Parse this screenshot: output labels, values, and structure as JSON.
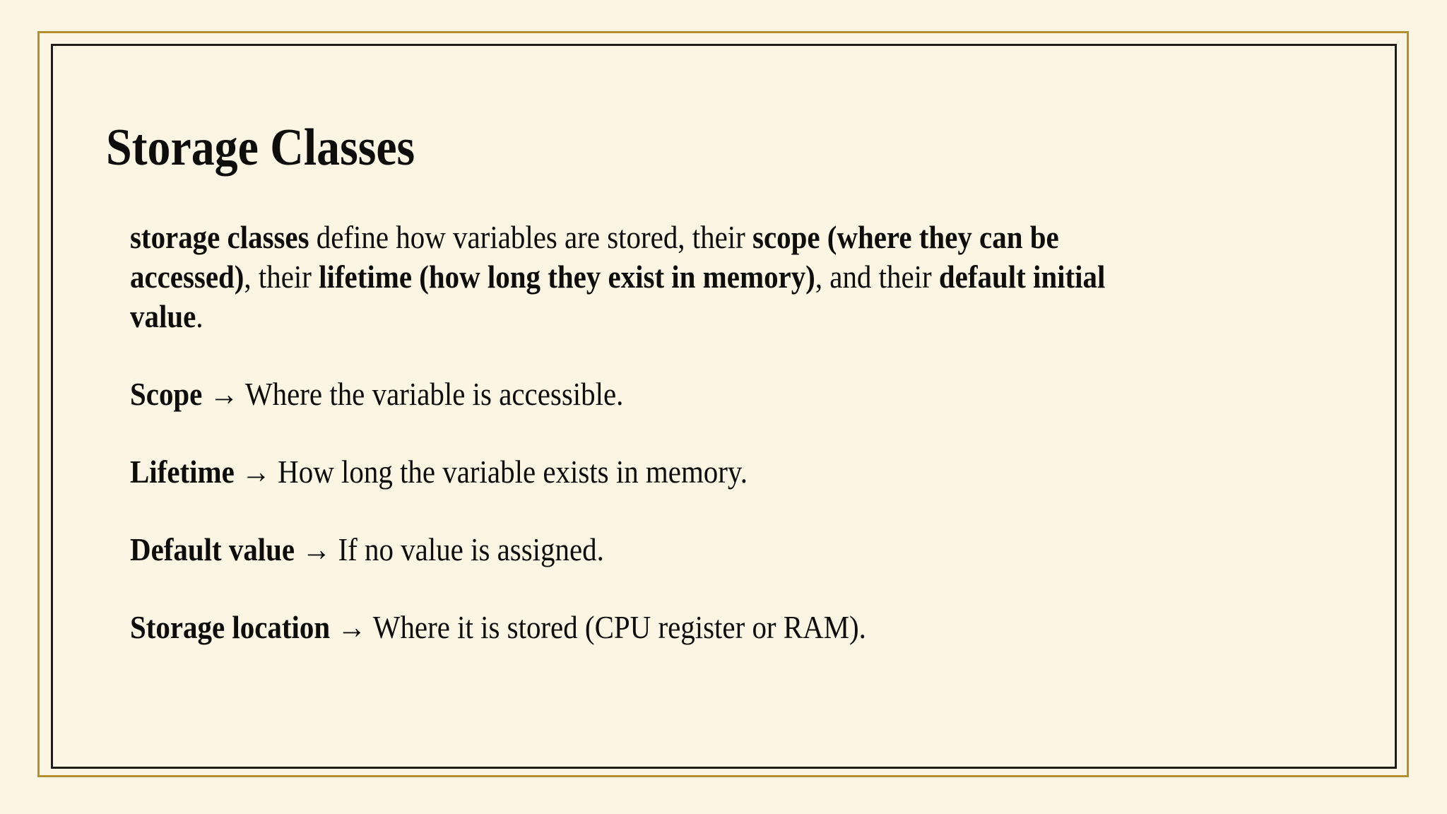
{
  "slide": {
    "title": "Storage Classes",
    "intro": {
      "lines": [
        [
          {
            "t": "storage classes",
            "b": true
          },
          {
            "t": " define how variables are stored, their ",
            "b": false
          },
          {
            "t": "scope (where they can be",
            "b": true
          }
        ],
        [
          {
            "t": "accessed)",
            "b": true
          },
          {
            "t": ", their ",
            "b": false
          },
          {
            "t": "lifetime (how long they exist in memory)",
            "b": true
          },
          {
            "t": ", and their ",
            "b": false
          },
          {
            "t": "default initial",
            "b": true
          }
        ],
        [
          {
            "t": "value",
            "b": true
          },
          {
            "t": ".",
            "b": false
          }
        ]
      ]
    },
    "definitions": [
      {
        "term": "Scope",
        "desc": "→ Where the variable is accessible."
      },
      {
        "term": "Lifetime",
        "desc": "→ How long the variable exists in memory."
      },
      {
        "term": "Default value",
        "desc": "→ If no value is assigned."
      },
      {
        "term": "Storage location",
        "desc": "→ Where it is stored (CPU register or RAM)."
      }
    ],
    "colors": {
      "background": "#FBF6E4",
      "frame_outer": "#B2902E",
      "frame_inner": "#1F1D16",
      "text": "#0E0D0B"
    }
  }
}
